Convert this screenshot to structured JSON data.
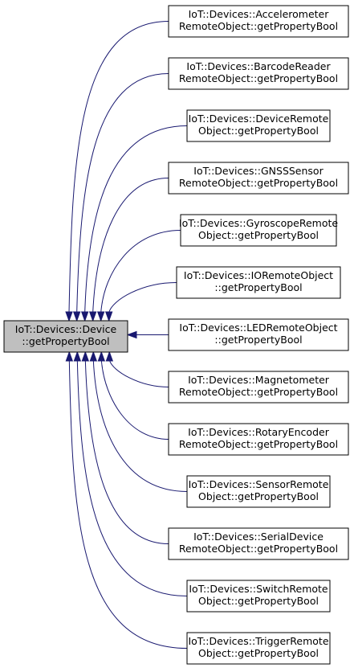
{
  "root": {
    "line1": "IoT::Devices::Device",
    "line2": "::getPropertyBool",
    "fill": "#bfbfbf"
  },
  "children": [
    {
      "line1": "IoT::Devices::Accelerometer",
      "line2": "RemoteObject::getPropertyBool"
    },
    {
      "line1": "IoT::Devices::BarcodeReader",
      "line2": "RemoteObject::getPropertyBool"
    },
    {
      "line1": "IoT::Devices::DeviceRemote",
      "line2": "Object::getPropertyBool"
    },
    {
      "line1": "IoT::Devices::GNSSSensor",
      "line2": "RemoteObject::getPropertyBool"
    },
    {
      "line1": "IoT::Devices::GyroscopeRemote",
      "line2": "Object::getPropertyBool"
    },
    {
      "line1": "IoT::Devices::IORemoteObject",
      "line2": "::getPropertyBool"
    },
    {
      "line1": "IoT::Devices::LEDRemoteObject",
      "line2": "::getPropertyBool"
    },
    {
      "line1": "IoT::Devices::Magnetometer",
      "line2": "RemoteObject::getPropertyBool"
    },
    {
      "line1": "IoT::Devices::RotaryEncoder",
      "line2": "RemoteObject::getPropertyBool"
    },
    {
      "line1": "IoT::Devices::SensorRemote",
      "line2": "Object::getPropertyBool"
    },
    {
      "line1": "IoT::Devices::SerialDevice",
      "line2": "RemoteObject::getPropertyBool"
    },
    {
      "line1": "IoT::Devices::SwitchRemote",
      "line2": "Object::getPropertyBool"
    },
    {
      "line1": "IoT::Devices::TriggerRemote",
      "line2": "Object::getPropertyBool"
    }
  ],
  "colors": {
    "edge": "#191970",
    "child_fill": "#ffffff",
    "border": "#000000"
  }
}
